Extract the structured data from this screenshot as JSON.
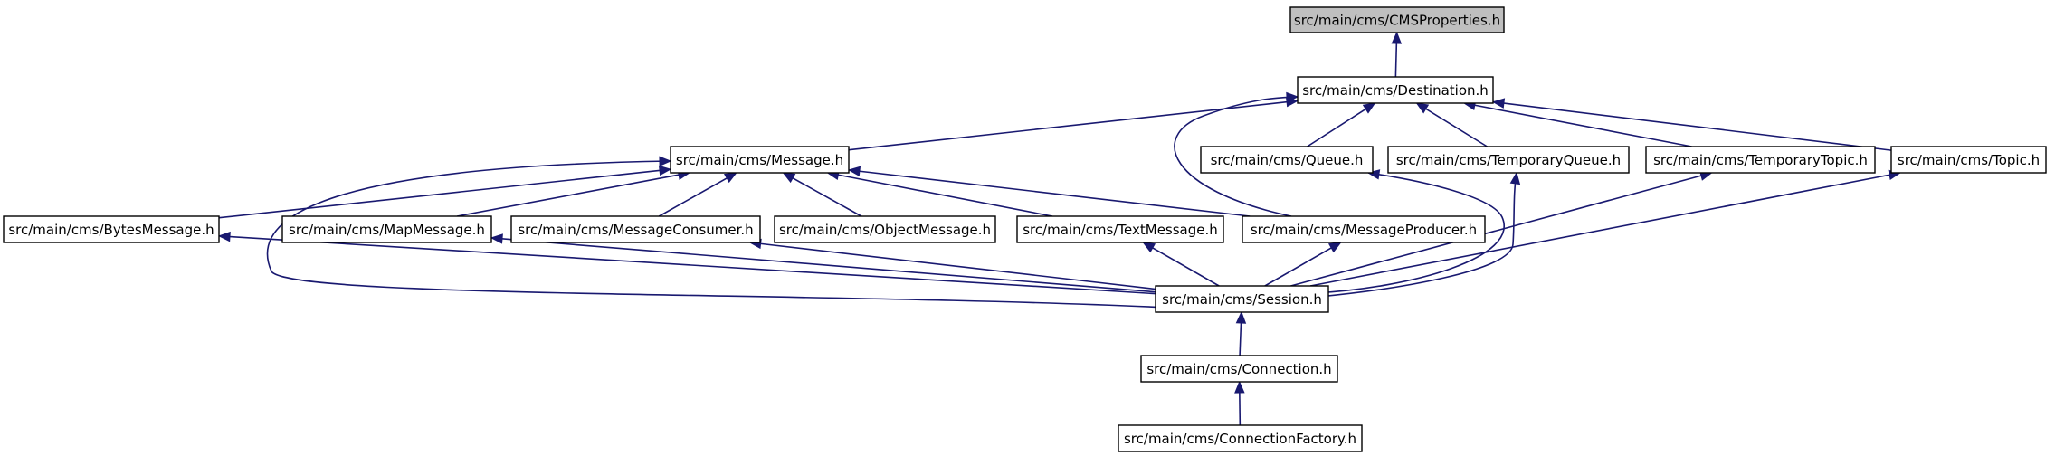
{
  "graph": {
    "nodes": [
      {
        "id": "cmsproperties",
        "label": "src/main/cms/CMSProperties.h",
        "highlight": true
      },
      {
        "id": "destination",
        "label": "src/main/cms/Destination.h"
      },
      {
        "id": "message",
        "label": "src/main/cms/Message.h"
      },
      {
        "id": "queue",
        "label": "src/main/cms/Queue.h"
      },
      {
        "id": "temporaryqueue",
        "label": "src/main/cms/TemporaryQueue.h"
      },
      {
        "id": "temporarytopic",
        "label": "src/main/cms/TemporaryTopic.h"
      },
      {
        "id": "topic",
        "label": "src/main/cms/Topic.h"
      },
      {
        "id": "bytesmessage",
        "label": "src/main/cms/BytesMessage.h"
      },
      {
        "id": "mapmessage",
        "label": "src/main/cms/MapMessage.h"
      },
      {
        "id": "messageconsumer",
        "label": "src/main/cms/MessageConsumer.h"
      },
      {
        "id": "objectmessage",
        "label": "src/main/cms/ObjectMessage.h"
      },
      {
        "id": "textmessage",
        "label": "src/main/cms/TextMessage.h"
      },
      {
        "id": "messageproducer",
        "label": "src/main/cms/MessageProducer.h"
      },
      {
        "id": "session",
        "label": "src/main/cms/Session.h"
      },
      {
        "id": "connection",
        "label": "src/main/cms/Connection.h"
      },
      {
        "id": "connectionfactory",
        "label": "src/main/cms/ConnectionFactory.h"
      }
    ],
    "edges": [
      {
        "from": "destination",
        "to": "cmsproperties"
      },
      {
        "from": "message",
        "to": "destination"
      },
      {
        "from": "queue",
        "to": "destination"
      },
      {
        "from": "temporaryqueue",
        "to": "destination"
      },
      {
        "from": "temporarytopic",
        "to": "destination"
      },
      {
        "from": "topic",
        "to": "destination"
      },
      {
        "from": "messageproducer",
        "to": "destination"
      },
      {
        "from": "bytesmessage",
        "to": "message"
      },
      {
        "from": "mapmessage",
        "to": "message"
      },
      {
        "from": "messageconsumer",
        "to": "message"
      },
      {
        "from": "objectmessage",
        "to": "message"
      },
      {
        "from": "textmessage",
        "to": "message"
      },
      {
        "from": "messageproducer",
        "to": "message"
      },
      {
        "from": "session",
        "to": "message"
      },
      {
        "from": "session",
        "to": "bytesmessage"
      },
      {
        "from": "session",
        "to": "mapmessage"
      },
      {
        "from": "session",
        "to": "messageconsumer"
      },
      {
        "from": "session",
        "to": "textmessage"
      },
      {
        "from": "session",
        "to": "messageproducer"
      },
      {
        "from": "session",
        "to": "queue"
      },
      {
        "from": "session",
        "to": "temporaryqueue"
      },
      {
        "from": "session",
        "to": "temporarytopic"
      },
      {
        "from": "session",
        "to": "topic"
      },
      {
        "from": "connection",
        "to": "session"
      },
      {
        "from": "connectionfactory",
        "to": "connection"
      }
    ]
  }
}
